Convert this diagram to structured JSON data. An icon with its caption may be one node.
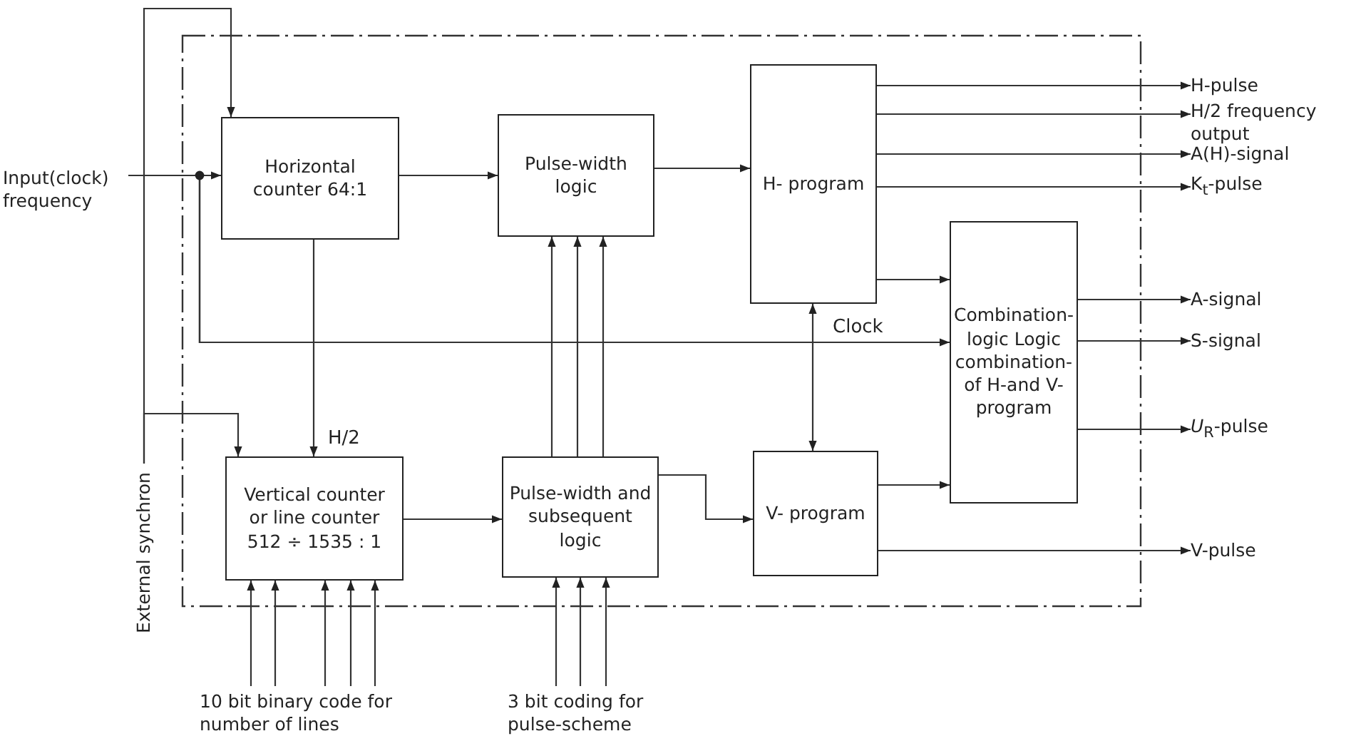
{
  "diagram": {
    "nodes": [
      {
        "text": [],
        "shape": "box"
      },
      {
        "text": [
          "Input(clock) frequency"
        ]
      },
      {
        "text": [
          "Horizontal counter 64:1"
        ],
        "in": 0
      },
      {
        "text": [
          "Pulse-width logic"
        ],
        "in": 0
      },
      {
        "text": [
          "H- program"
        ],
        "in": 0
      },
      {
        "text": [
          "Combination- logic Logic combination- of H-and V- program"
        ],
        "in": 0
      },
      {
        "text": [
          "Vertical counter or line counter 512 ÷ 1535 : 1"
        ],
        "in": 0
      },
      {
        "text": [
          "Pulse-width and subsequent logic"
        ],
        "in": 0
      },
      {
        "text": [
          "V- program"
        ],
        "in": 0
      },
      {
        "text": [
          "H-pulse"
        ]
      },
      {
        "text": [
          "H/2 frequency output"
        ]
      },
      {
        "text": [
          "A(H)-signal"
        ]
      },
      {
        "text": [
          "K$_{t}$-pulse"
        ]
      },
      {
        "text": [
          "A-signal"
        ]
      },
      {
        "text": [
          "S-signal"
        ]
      },
      {
        "text": [
          "*U*$_{R}$-pulse"
        ]
      },
      {
        "text": [
          "V-pulse"
        ]
      },
      {
        "text": [
          "10 bit binary code for number of lines"
        ]
      },
      {
        "text": [
          "3 bit coding for pulse-scheme"
        ]
      },
      {
        "text": [
          "External synchron"
        ]
      }
    ],
    "edges": [
      {
        "from": 1,
        "to": 2,
        "arrow": "to"
      },
      {
        "from": 1,
        "to": 4,
        "arrow": "to",
        "label": "Clock"
      },
      {
        "from": 1,
        "to": 8,
        "arrow": "to"
      },
      {
        "from": 1,
        "to": 5,
        "arrow": "to"
      },
      {
        "from": 19,
        "to": 2,
        "arrow": "to"
      },
      {
        "from": 19,
        "to": 6,
        "arrow": "to"
      },
      {
        "from": 2,
        "to": 3,
        "arrow": "to"
      },
      {
        "from": 2,
        "to": 6,
        "arrow": "to",
        "label": "H/2"
      },
      {
        "from": 3,
        "to": 4,
        "arrow": "to"
      },
      {
        "from": 4,
        "to": 9,
        "arrow": "to"
      },
      {
        "from": 4,
        "to": 10,
        "arrow": "to"
      },
      {
        "from": 4,
        "to": 11,
        "arrow": "to"
      },
      {
        "from": 4,
        "to": 12,
        "arrow": "to"
      },
      {
        "from": 4,
        "to": 5,
        "arrow": "to"
      },
      {
        "from": 5,
        "to": 13,
        "arrow": "to"
      },
      {
        "from": 5,
        "to": 14,
        "arrow": "to"
      },
      {
        "from": 5,
        "to": 15,
        "arrow": "to"
      },
      {
        "from": 8,
        "to": 5,
        "arrow": "to"
      },
      {
        "from": 8,
        "to": 16,
        "arrow": "to"
      },
      {
        "from": 6,
        "to": 7,
        "arrow": "to"
      },
      {
        "from": 7,
        "to": 8,
        "arrow": "to"
      },
      {
        "from": 17,
        "to": 6,
        "arrow": "to"
      },
      {
        "from": 17,
        "to": 6,
        "arrow": "to"
      },
      {
        "from": 17,
        "to": 6,
        "arrow": "to"
      },
      {
        "from": 17,
        "to": 6,
        "arrow": "to"
      },
      {
        "from": 17,
        "to": 6,
        "arrow": "to"
      },
      {
        "from": 18,
        "to": 7,
        "arrow": "to"
      },
      {
        "from": 18,
        "to": 7,
        "arrow": "to"
      },
      {
        "from": 18,
        "to": 7,
        "arrow": "to"
      },
      {
        "from": 7,
        "to": 3,
        "arrow": "to"
      },
      {
        "from": 7,
        "to": 3,
        "arrow": "to"
      },
      {
        "from": 7,
        "to": 3,
        "arrow": "to"
      }
    ]
  }
}
